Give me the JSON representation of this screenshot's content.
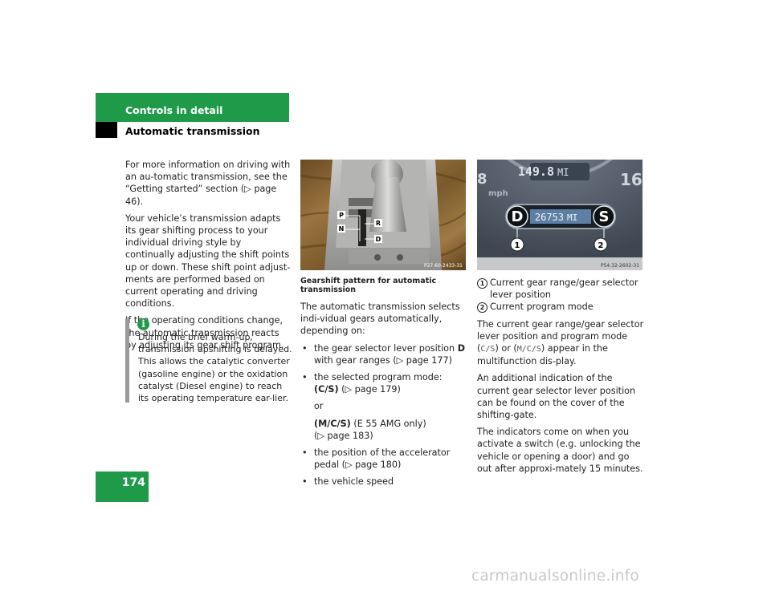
{
  "header": {
    "title": "Controls in detail",
    "subtitle": "Automatic transmission"
  },
  "page_number": "174",
  "col1": {
    "p1": "For more information on driving with an au-tomatic transmission, see the “Getting started” section (▷ page 46).",
    "p2": "Your vehicle’s transmission adapts its gear shifting process to your individual driving style by continually adjusting the shift points up or down. These shift point adjust-ments are performed based on current operating and driving conditions.",
    "p3": "If the operating conditions change, the automatic transmission reacts by adjusting its gear shift program.",
    "info_icon": "i",
    "info_text": "During the brief warm-up, transmission upshifting is delayed. This allows the catalytic converter (gasoline engine) or the oxidation catalyst (Diesel engine) to reach its operating temperature ear-lier."
  },
  "figure1": {
    "labels": {
      "p": "P",
      "r": "R",
      "n": "N",
      "d": "D"
    },
    "code": "P27.60-2433-31",
    "caption": "Gearshift pattern for automatic transmission"
  },
  "col2": {
    "intro": "The automatic transmission selects indi-vidual gears automatically, depending on:",
    "b1_text": "the gear selector lever position ",
    "b1_bold": "D",
    "b1_rest": " with gear ranges (▷ page 177)",
    "b2_line1": "the selected program mode:",
    "b2_mode": "(C/S)",
    "b2_ref": " (▷ page 179)",
    "b2_or": "or",
    "b2_mode2": "(M/C/S)",
    "b2_ref2a": " (E 55 AMG only)",
    "b2_ref2b": "(▷ page 183)",
    "b3": "the position of the accelerator pedal (▷ page 180)",
    "b4": "the vehicle speed"
  },
  "figure2": {
    "speed_left": "8",
    "speed_right": "16",
    "trip": "149.8",
    "trip_unit": "MI",
    "unit": "mph",
    "gear": "D",
    "odometer": "26753",
    "odometer_unit": "MI",
    "program": "S",
    "callout1": "1",
    "callout2": "2",
    "code": "P54.32-2602-31"
  },
  "col3": {
    "n1_num": "1",
    "n1_text": "Current gear range/gear selector lever position",
    "n2_num": "2",
    "n2_text": "Current program mode",
    "p1_a": "The current gear range/gear selector lever position and program mode (",
    "p1_mono1": "C/S",
    "p1_b": ") or (",
    "p1_mono2": "M/C/S",
    "p1_c": ") appear in the multifunction dis-play.",
    "p2": "An additional indication of the current gear selector lever position can be found on the cover of the shifting-gate.",
    "p3": "The indicators come on when you activate a switch (e.g. unlocking the vehicle or opening a door) and go out after approxi-mately 15 minutes."
  },
  "watermark": "carmanualsonline.info",
  "colors": {
    "accent": "#1e9a48",
    "info_bar": "#9a9a9a"
  }
}
